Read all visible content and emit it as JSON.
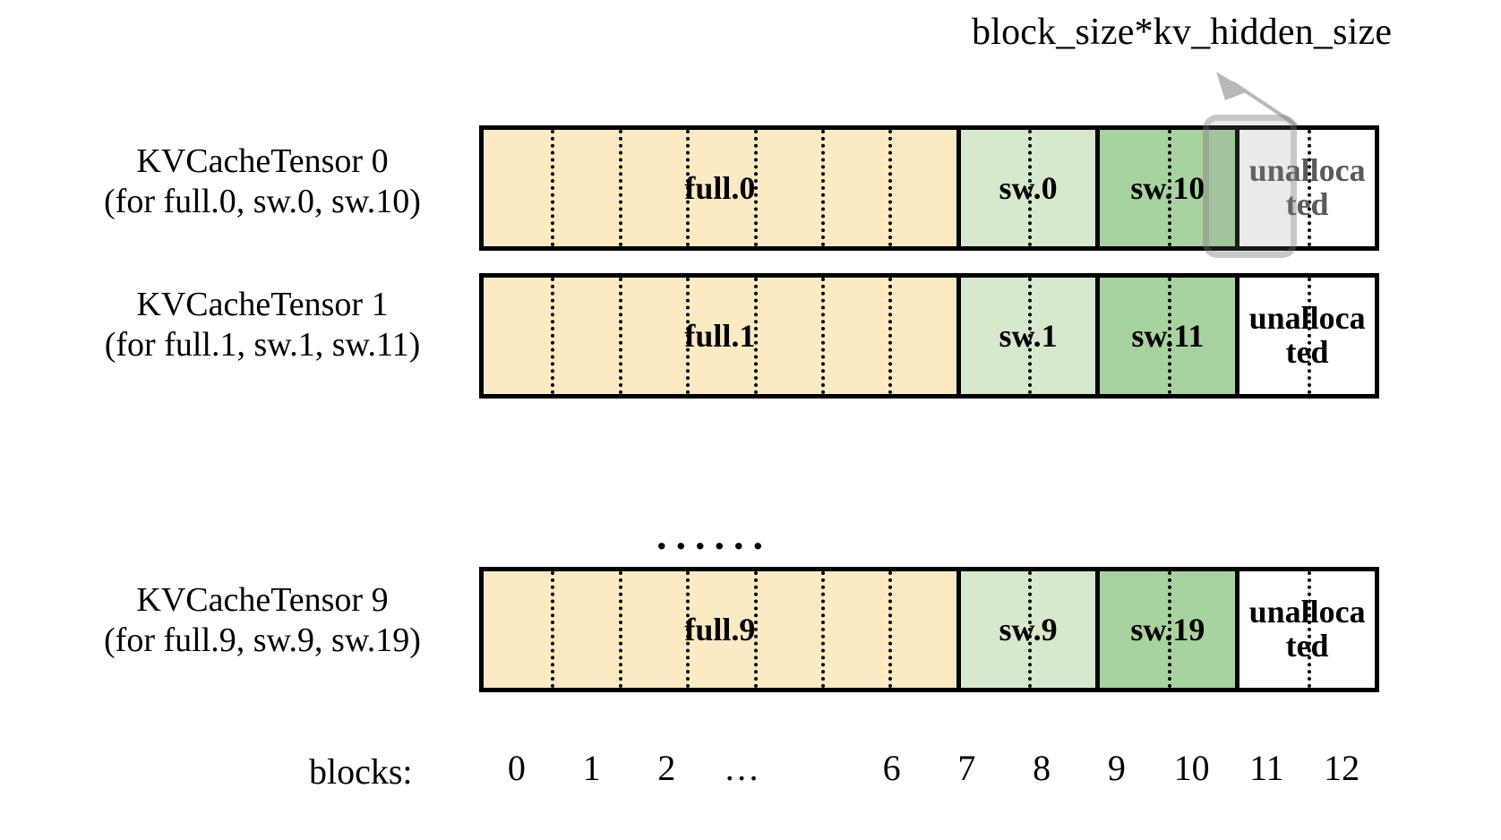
{
  "annotation": {
    "label": "block_size*kv_hidden_size",
    "arrow": "gray-arrow-up-left",
    "points_to": "KVCacheTensor 0 block 11"
  },
  "colors": {
    "full_block": "#fceac5",
    "sliding_window_light": "#d6e9cd",
    "sliding_window_dark": "#a9d2a1",
    "unallocated": "#ffffff",
    "outline": "#000000",
    "highlight": "#8c8c8c",
    "annotation_text": "#000000"
  },
  "rows": [
    {
      "label_line1": "KVCacheTensor 0",
      "label_line2": "(for full.0, sw.0, sw.10)",
      "segments": [
        {
          "name": "full.0",
          "fill": "full_block",
          "blocks": 7,
          "text_color": "#000000"
        },
        {
          "name": "sw.0",
          "fill": "sliding_window_light",
          "blocks": 2,
          "text_color": "#000000"
        },
        {
          "name": "sw.10",
          "fill": "sliding_window_dark",
          "blocks": 2,
          "text_color": "#000000"
        },
        {
          "name": "unalloca ted",
          "fill": "unallocated",
          "blocks": 2,
          "text_color": "#5a5a5a"
        }
      ],
      "highlighted_block": 11
    },
    {
      "label_line1": "KVCacheTensor 1",
      "label_line2": "(for full.1, sw.1, sw.11)",
      "segments": [
        {
          "name": "full.1",
          "fill": "full_block",
          "blocks": 7,
          "text_color": "#000000"
        },
        {
          "name": "sw.1",
          "fill": "sliding_window_light",
          "blocks": 2,
          "text_color": "#000000"
        },
        {
          "name": "sw.11",
          "fill": "sliding_window_dark",
          "blocks": 2,
          "text_color": "#000000"
        },
        {
          "name": "unalloca ted",
          "fill": "unallocated",
          "blocks": 2,
          "text_color": "#000000"
        }
      ],
      "highlighted_block": null
    },
    {
      "label_line1": "KVCacheTensor 9",
      "label_line2": "(for full.9, sw.9, sw.19)",
      "segments": [
        {
          "name": "full.9",
          "fill": "full_block",
          "blocks": 7,
          "text_color": "#000000"
        },
        {
          "name": "sw.9",
          "fill": "sliding_window_light",
          "blocks": 2,
          "text_color": "#000000"
        },
        {
          "name": "sw.19",
          "fill": "sliding_window_dark",
          "blocks": 2,
          "text_color": "#000000"
        },
        {
          "name": "unalloca ted",
          "fill": "unallocated",
          "blocks": 2,
          "text_color": "#000000"
        }
      ],
      "highlighted_block": null
    }
  ],
  "rows_ellipsis": "......",
  "axis": {
    "caption": "blocks:",
    "ticks": [
      "0",
      "1",
      "2",
      "…",
      "6",
      "7",
      "8",
      "9",
      "10",
      "11",
      "12"
    ],
    "total_blocks": 13
  },
  "segment_texts": {
    "row0_seg0": "full.0",
    "row0_seg1": "sw.0",
    "row0_seg2": "sw.10",
    "row0_seg3": "unalloca ted",
    "row1_seg0": "full.1",
    "row1_seg1": "sw.1",
    "row1_seg2": "sw.11",
    "row1_seg3": "unalloca ted",
    "row2_seg0": "full.9",
    "row2_seg1": "sw.9",
    "row2_seg2": "sw.19",
    "row2_seg3": "unalloca ted"
  }
}
